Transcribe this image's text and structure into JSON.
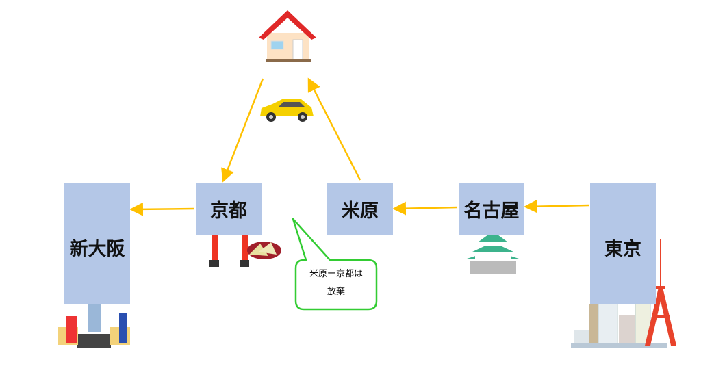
{
  "stations": {
    "shin_osaka": "新大阪",
    "kyoto": "京都",
    "maibara": "米原",
    "nagoya": "名古屋",
    "tokyo": "東京"
  },
  "callout": {
    "line1": "米原ー京都は",
    "line2": "放棄"
  },
  "colors": {
    "box": "#b4c7e7",
    "arrow": "#ffc000",
    "callout_border": "#33cc33"
  }
}
